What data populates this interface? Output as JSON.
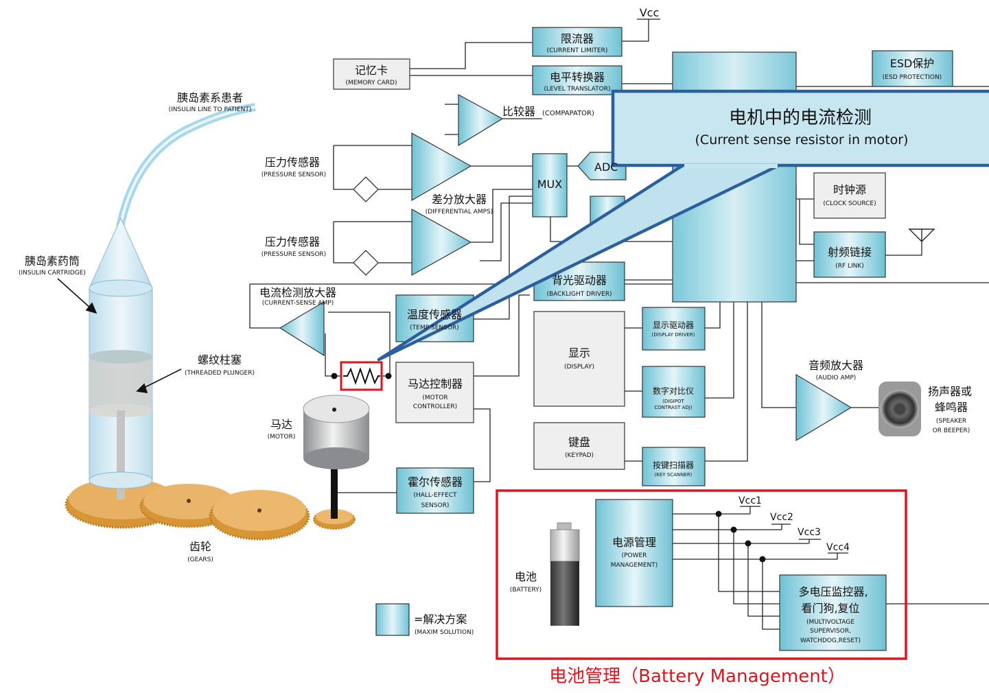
{
  "colors": {
    "box_fill": "#a8dbe6",
    "box_fill_light": "#e2f4f8",
    "gray_fill": "#eeeeee",
    "line": "#222222",
    "callout_fill": "#cbe9f2",
    "callout_border": "#2c5f9e",
    "red": "#e0141e",
    "gear": "#d99a3c",
    "motor": "#bfc0c2"
  },
  "labels": {
    "vcc": "Vcc",
    "limiter": {
      "cn": "限流器",
      "en": "(CURRENT LIMITER)"
    },
    "memory": {
      "cn": "记忆卡",
      "en": "(MEMORY CARD)"
    },
    "level": {
      "cn": "电平转换器",
      "en": "(LEVEL TRANSLATOR)"
    },
    "esd": {
      "cn": "ESD保护",
      "en": "(ESD PROTECTION)"
    },
    "comparator": {
      "cn": "比较器",
      "en": "(COMPAPATOR)"
    },
    "insulin_line": {
      "cn": "胰岛素系患者",
      "en": "(INSULIN LINE TO PATIENT)"
    },
    "pressure1": {
      "cn": "压力传感器",
      "en": "(PRESSURE SENSOR)"
    },
    "pressure2": {
      "cn": "压力传感器",
      "en": "(PRESSURE SENSOR)"
    },
    "diff_amp": {
      "cn": "差分放大器",
      "en": "(DIFFERENTIAL AMPS)"
    },
    "mux": "MUX",
    "adc": "ADC",
    "clock": {
      "cn": "时钟源",
      "en": "(CLOCK SOURCE)"
    },
    "rf": {
      "cn": "射频链接",
      "en": "(RF LINK)"
    },
    "cartridge": {
      "cn": "胰岛素药筒",
      "en": "(INSULIN CARTRIDGE)"
    },
    "cs_amp": {
      "cn": "电流检测放大器",
      "en": "(CURRENT-SENSE AMP)"
    },
    "temp": {
      "cn": "温度传感器",
      "en": "(TEMP SENSOR)"
    },
    "backlight": {
      "cn": "背光驱动器",
      "en": "(BACKLIGHT DRIVER)"
    },
    "display": {
      "cn": "显示",
      "en": "(DISPLAY)"
    },
    "display_drv": {
      "cn": "显示驱动器",
      "en": "(DISPLAY DRIVER)"
    },
    "plunger": {
      "cn": "螺纹柱塞",
      "en": "(THREADED PLUNGER)"
    },
    "motor_ctrl": {
      "cn": "马达控制器",
      "en1": "(MOTOR",
      "en2": "CONTROLLER)"
    },
    "digipot": {
      "cn": "数字对比仪",
      "en1": "(DIGIPOT",
      "en2": "CONTRAST ADJ)"
    },
    "audio_amp": {
      "cn": "音频放大器",
      "en": "(AUDIO AMP)"
    },
    "speaker": {
      "cn1": "扬声器或",
      "cn2": "蜂鸣器",
      "en1": "(SPEAKER",
      "en2": "OR BEEPER)"
    },
    "motor": {
      "cn": "马达",
      "en": "(MOTOR)"
    },
    "keypad": {
      "cn": "键盘",
      "en": "(KEYPAD)"
    },
    "key_scanner": {
      "cn": "按键扫描器",
      "en": "(KEY SCANNER)"
    },
    "hall": {
      "cn": "霍尔传感器",
      "en1": "(HALL-EFFECT",
      "en2": "SENSOR)"
    },
    "gears": {
      "cn": "齿轮",
      "en": "(GEARS)"
    },
    "battery": {
      "cn": "电池",
      "en": "(BATTERY)"
    },
    "power_mgmt": {
      "cn": "电源管理",
      "en1": "(POWER",
      "en2": "MANAGEMENT)"
    },
    "vcc1": "Vcc1",
    "vcc2": "Vcc2",
    "vcc3": "Vcc3",
    "vcc4": "Vcc4",
    "supervisor": {
      "cn1": "多电压监控器,",
      "cn2": "看门狗,复位",
      "en1": "(MULTIVOLTAGE",
      "en2": "SUPERVISOR,",
      "en3": "WATCHDOG,RESET)"
    },
    "legend": {
      "cn": "=解决方案",
      "en": "(MAXIM SOLUTION)"
    },
    "callout": {
      "cn": "电机中的电流检测",
      "en": "(Current sense resistor in motor)"
    },
    "battery_mgmt": "电池管理（Battery Management）"
  }
}
